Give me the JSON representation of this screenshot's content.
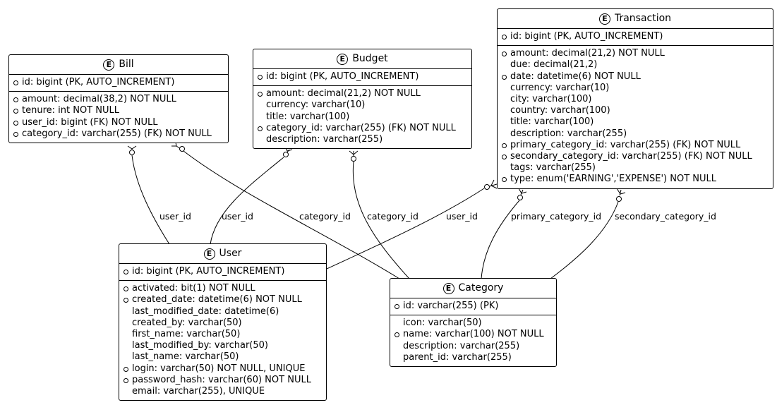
{
  "entities": {
    "bill": {
      "badge": "E",
      "name": "Bill",
      "pk": "id: bigint (PK, AUTO_INCREMENT)",
      "fields": [
        {
          "text": "amount: decimal(38,2) NOT NULL",
          "required": true
        },
        {
          "text": "tenure: int NOT NULL",
          "required": true
        },
        {
          "text": "user_id: bigint (FK) NOT NULL",
          "required": true
        },
        {
          "text": "category_id: varchar(255) (FK) NOT NULL",
          "required": true
        }
      ]
    },
    "budget": {
      "badge": "E",
      "name": "Budget",
      "pk": "id: bigint (PK, AUTO_INCREMENT)",
      "fields": [
        {
          "text": "amount: decimal(21,2) NOT NULL",
          "required": true
        },
        {
          "text": "currency: varchar(10)",
          "required": false
        },
        {
          "text": "title: varchar(100)",
          "required": false
        },
        {
          "text": "category_id: varchar(255) (FK) NOT NULL",
          "required": true
        },
        {
          "text": "description: varchar(255)",
          "required": false
        }
      ]
    },
    "transaction": {
      "badge": "E",
      "name": "Transaction",
      "pk": "id: bigint (PK, AUTO_INCREMENT)",
      "fields": [
        {
          "text": "amount: decimal(21,2) NOT NULL",
          "required": true
        },
        {
          "text": "due: decimal(21,2)",
          "required": false
        },
        {
          "text": "date: datetime(6) NOT NULL",
          "required": true
        },
        {
          "text": "currency: varchar(10)",
          "required": false
        },
        {
          "text": "city: varchar(100)",
          "required": false
        },
        {
          "text": "country: varchar(100)",
          "required": false
        },
        {
          "text": "title: varchar(100)",
          "required": false
        },
        {
          "text": "description: varchar(255)",
          "required": false
        },
        {
          "text": "primary_category_id: varchar(255) (FK) NOT NULL",
          "required": true
        },
        {
          "text": "secondary_category_id: varchar(255) (FK) NOT NULL",
          "required": true
        },
        {
          "text": "tags: varchar(255)",
          "required": false
        },
        {
          "text": "type: enum('EARNING','EXPENSE') NOT NULL",
          "required": true
        }
      ]
    },
    "user": {
      "badge": "E",
      "name": "User",
      "pk": "id: bigint (PK, AUTO_INCREMENT)",
      "fields": [
        {
          "text": "activated: bit(1) NOT NULL",
          "required": true
        },
        {
          "text": "created_date: datetime(6) NOT NULL",
          "required": true
        },
        {
          "text": "last_modified_date: datetime(6)",
          "required": false
        },
        {
          "text": "created_by: varchar(50)",
          "required": false
        },
        {
          "text": "first_name: varchar(50)",
          "required": false
        },
        {
          "text": "last_modified_by: varchar(50)",
          "required": false
        },
        {
          "text": "last_name: varchar(50)",
          "required": false
        },
        {
          "text": "login: varchar(50) NOT NULL, UNIQUE",
          "required": true
        },
        {
          "text": "password_hash: varchar(60) NOT NULL",
          "required": true
        },
        {
          "text": "email: varchar(255), UNIQUE",
          "required": false
        }
      ]
    },
    "category": {
      "badge": "E",
      "name": "Category",
      "pk": "id: varchar(255) (PK)",
      "fields": [
        {
          "text": "icon: varchar(50)",
          "required": false
        },
        {
          "text": "name: varchar(100) NOT NULL",
          "required": true
        },
        {
          "text": "description: varchar(255)",
          "required": false
        },
        {
          "text": "parent_id: varchar(255)",
          "required": false
        }
      ]
    }
  },
  "relationships": [
    {
      "id": "bill-user",
      "label": "user_id"
    },
    {
      "id": "bill-category",
      "label": "category_id"
    },
    {
      "id": "budget-user",
      "label": "user_id"
    },
    {
      "id": "budget-category",
      "label": "category_id"
    },
    {
      "id": "transaction-user",
      "label": "user_id"
    },
    {
      "id": "transaction-primary-category",
      "label": "primary_category_id"
    },
    {
      "id": "transaction-secondary-category",
      "label": "secondary_category_id"
    }
  ]
}
